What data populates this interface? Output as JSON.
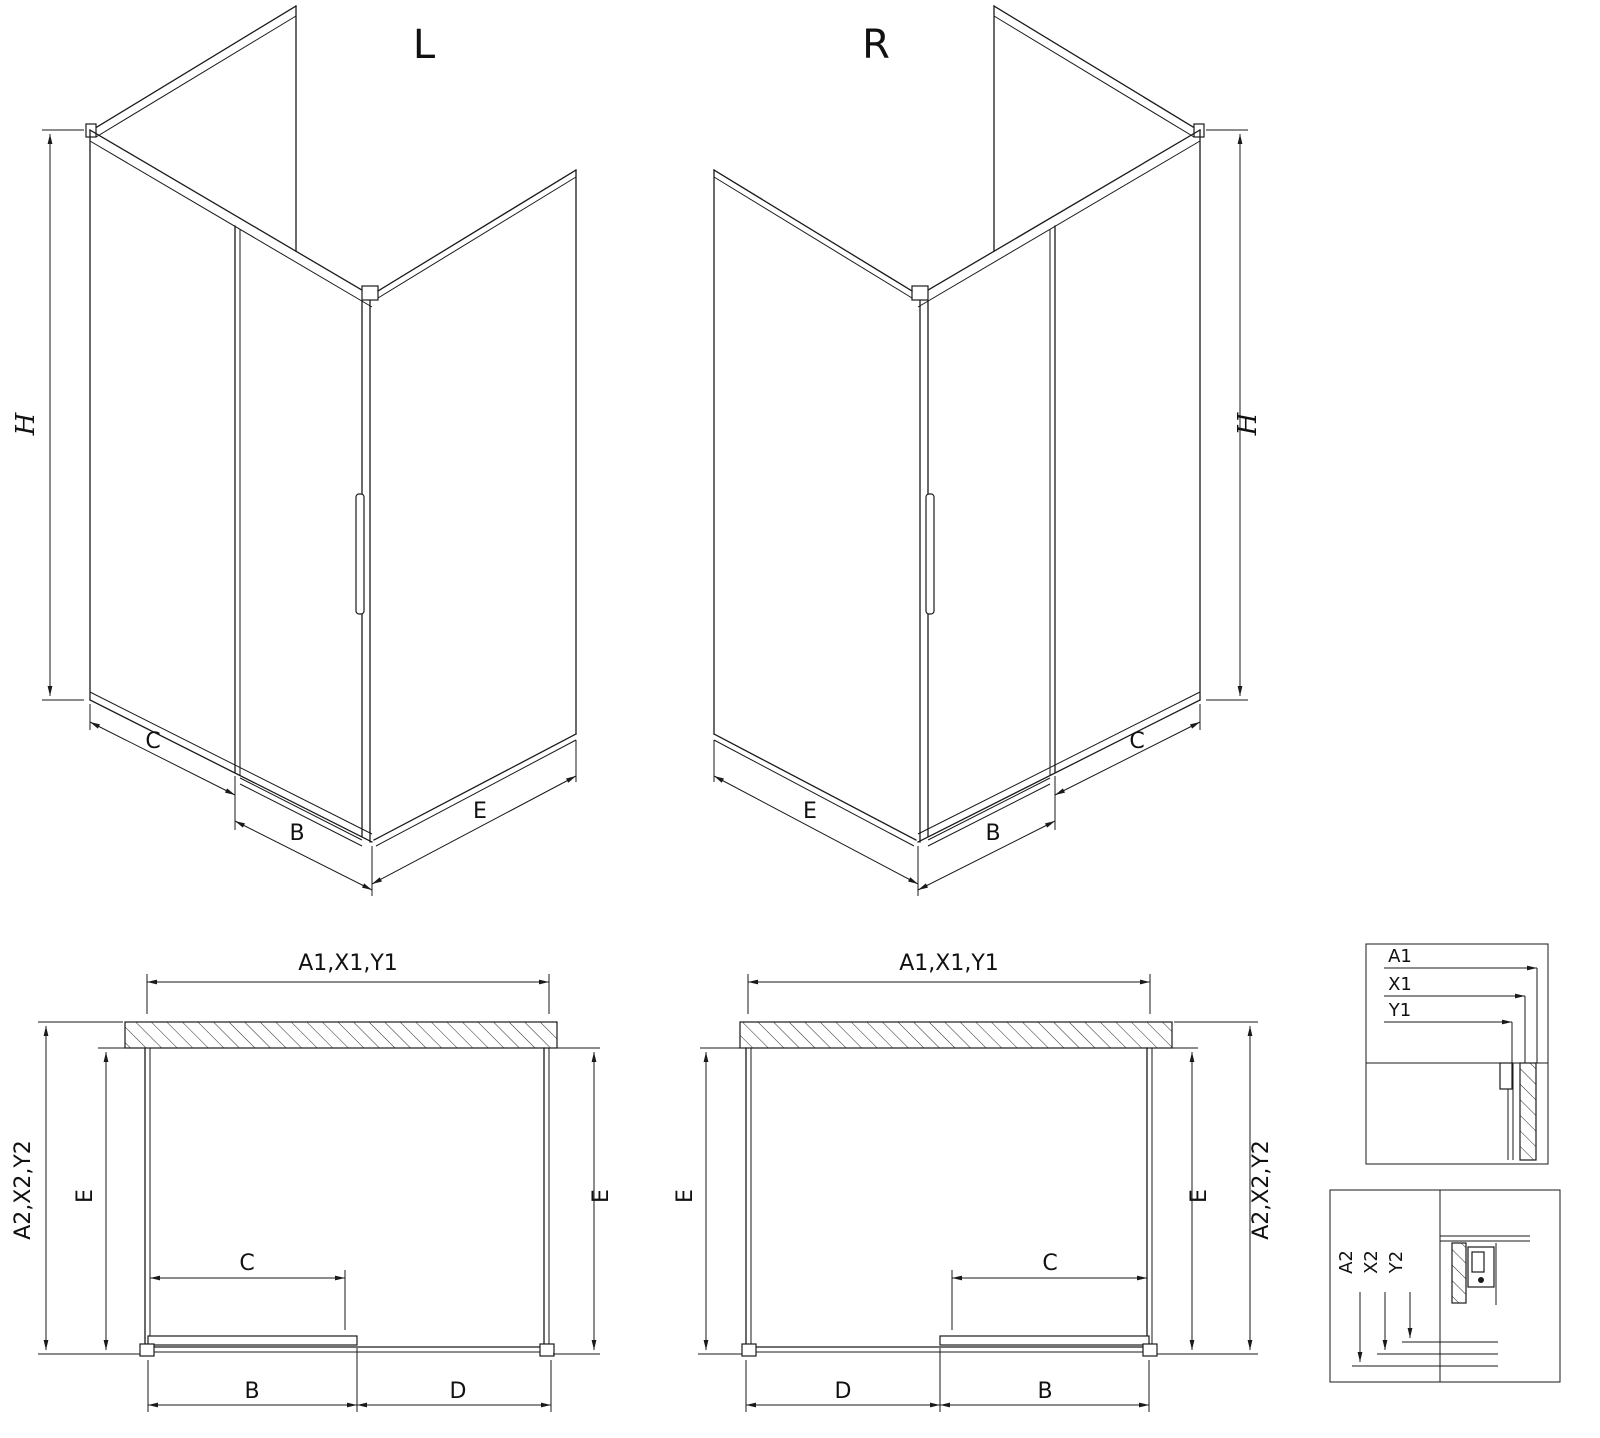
{
  "diagram": {
    "line_color": "#1a1a1a",
    "bg_color": "#ffffff",
    "iso_left": {
      "title": "L",
      "dim_h": "H",
      "dim_c": "C",
      "dim_b": "B",
      "dim_e": "E"
    },
    "iso_right": {
      "title": "R",
      "dim_h": "H",
      "dim_c": "C",
      "dim_b": "B",
      "dim_e": "E"
    },
    "plan_left": {
      "dim_top": "A1,X1,Y1",
      "dim_left_outer": "A2,X2,Y2",
      "dim_left_inner": "E",
      "dim_right_inner": "E",
      "dim_c": "C",
      "dim_b": "B",
      "dim_d": "D"
    },
    "plan_right": {
      "dim_top": "A1,X1,Y1",
      "dim_right_outer": "A2,X2,Y2",
      "dim_left_inner": "E",
      "dim_right_inner": "E",
      "dim_c": "C",
      "dim_b": "B",
      "dim_d": "D"
    },
    "detail_top": {
      "dim_a1": "A1",
      "dim_x1": "X1",
      "dim_y1": "Y1"
    },
    "detail_bottom": {
      "dim_a2": "A2",
      "dim_x2": "X2",
      "dim_y2": "Y2"
    }
  }
}
